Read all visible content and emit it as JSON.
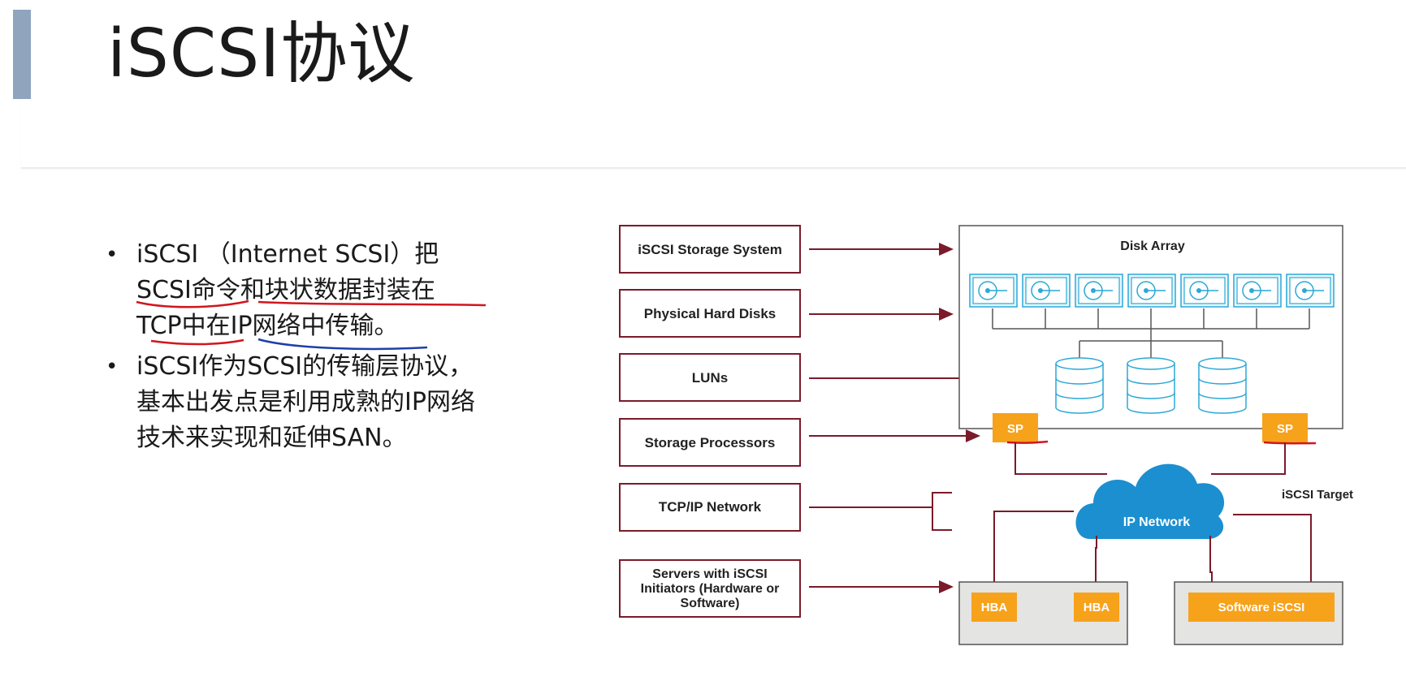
{
  "slide": {
    "title": "iSCSI协议",
    "bullets": [
      {
        "lines": [
          "iSCSI （Internet SCSI）把",
          "SCSI命令和块状数据封装在",
          "TCP中在IP网络中传输。"
        ]
      },
      {
        "lines": [
          "iSCSI作为SCSI的传输层协议，",
          "基本出发点是利用成熟的IP网络",
          "技术来实现和延伸SAN。"
        ]
      }
    ]
  },
  "diagram": {
    "labels": [
      {
        "lines": [
          "iSCSI Storage System"
        ]
      },
      {
        "lines": [
          "Physical Hard Disks"
        ]
      },
      {
        "lines": [
          "LUNs"
        ]
      },
      {
        "lines": [
          "Storage Processors"
        ]
      },
      {
        "lines": [
          "TCP/IP Network"
        ]
      },
      {
        "lines": [
          "Servers with iSCSI",
          "Initiators (Hardware or",
          "Software)"
        ]
      }
    ],
    "disk_array_title": "Disk Array",
    "sp_labels": [
      "SP",
      "SP"
    ],
    "cloud_label": "IP Network",
    "target_label": "iSCSI Target",
    "hba_labels": [
      "HBA",
      "HBA"
    ],
    "software_label": "Software iSCSI",
    "colors": {
      "orange": "#f7a21b",
      "cloud_blue": "#1b8fd0",
      "disk_blue": "#2aa8d6",
      "arrow_red": "#7b1a2a",
      "label_border": "#7b1a2a",
      "annotation_red": "#d0161e",
      "annotation_blue": "#1e3fa8"
    }
  }
}
